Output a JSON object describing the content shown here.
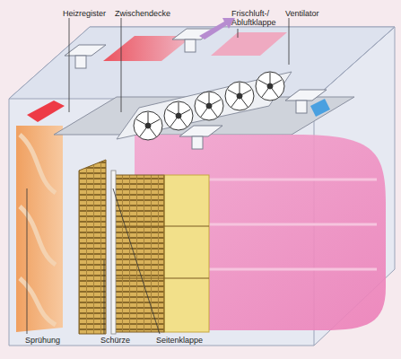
{
  "diagram": {
    "labels": [
      "Heizregister",
      "Zwischendecke",
      "Frischluft-/ Abluftklappe",
      "Ventilator",
      "Sprühung",
      "Schürze",
      "Seitenklappe"
    ]
  }
}
